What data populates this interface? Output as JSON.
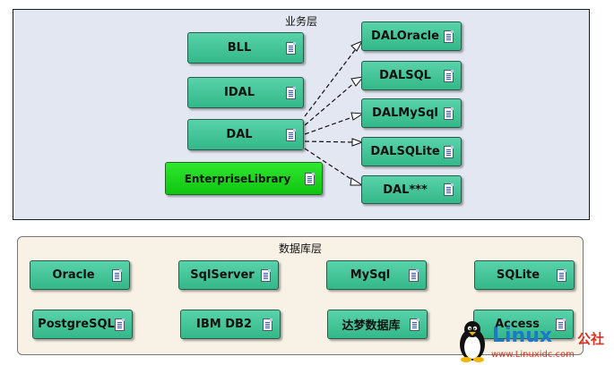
{
  "business_layer": {
    "title": "业务层",
    "boxes": [
      "BLL",
      "IDAL",
      "DAL",
      "EnterpriseLibrary"
    ],
    "dal_impls": [
      "DALOracle",
      "DALSQL",
      "DALMySql",
      "DALSQLite",
      "DAL***"
    ]
  },
  "db_layer": {
    "title": "数据库层",
    "boxes": [
      "Oracle",
      "SqlServer",
      "MySql",
      "SQLite",
      "PostgreSQL",
      "IBM DB2",
      "达梦数据库",
      "Access"
    ]
  },
  "watermark": {
    "brand": "Linux",
    "cn": "公社",
    "url": "www.Linuxidc.com"
  },
  "colors": {
    "box_fill": "#46c79a",
    "enterprise_fill": "#1fd61f",
    "business_bg": "#e3e7f2",
    "db_bg": "#f8f1e5"
  }
}
